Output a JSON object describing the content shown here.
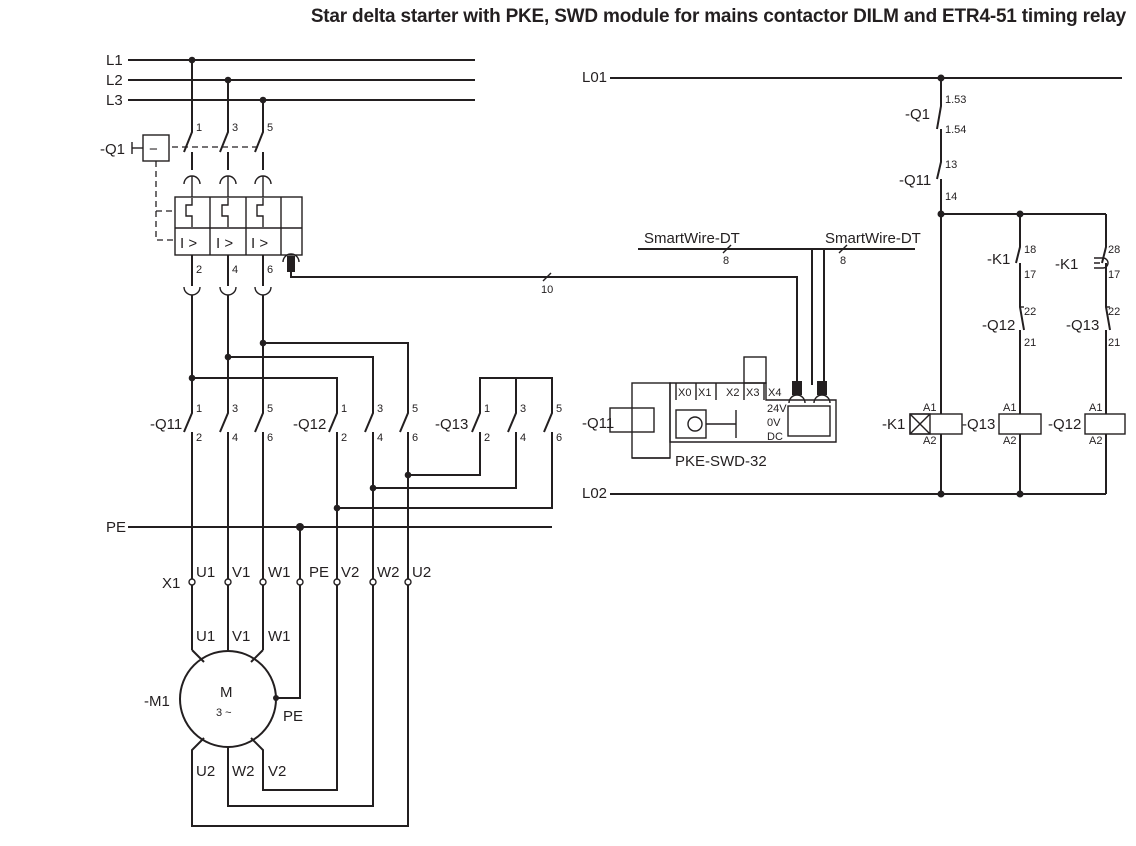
{
  "title": "Star delta starter with PKE, SWD module for mains contactor DILM and ETR4-51 timing relay",
  "mains": {
    "l1": "L1",
    "l2": "L2",
    "l3": "L3",
    "pe": "PE"
  },
  "control_rails": {
    "l01": "L01",
    "l02": "L02"
  },
  "breaker": {
    "designation": "-Q1",
    "terminals_in": [
      "1",
      "3",
      "5"
    ],
    "terminals_out": [
      "2",
      "4",
      "6"
    ],
    "trip_symbol": "I >",
    "bimetal_symbol": "−"
  },
  "contactors": [
    {
      "designation": "-Q11",
      "top": [
        "1",
        "3",
        "5"
      ],
      "bottom": [
        "2",
        "4",
        "6"
      ]
    },
    {
      "designation": "-Q12",
      "top": [
        "1",
        "3",
        "5"
      ],
      "bottom": [
        "2",
        "4",
        "6"
      ]
    },
    {
      "designation": "-Q13",
      "top": [
        "1",
        "3",
        "5"
      ],
      "bottom": [
        "2",
        "4",
        "6"
      ]
    }
  ],
  "terminal_strip": {
    "designation": "X1",
    "labels": [
      "U1",
      "V1",
      "W1",
      "PE",
      "V2",
      "W2",
      "U2"
    ]
  },
  "motor": {
    "designation": "-M1",
    "symbol": "M",
    "phases": "3 ~",
    "top_labels": [
      "U1",
      "V1",
      "W1"
    ],
    "bottom_labels": [
      "U2",
      "W2",
      "V2"
    ],
    "pe_label": "PE"
  },
  "smartwire": {
    "label_left": "SmartWire-DT",
    "label_right": "SmartWire-DT",
    "cores_left": "8",
    "cores_right": "8",
    "cable_cores": "10"
  },
  "swd_module": {
    "name": "PKE-SWD-32",
    "coil_designation": "-Q11",
    "inputs": [
      "X0",
      "X1",
      "X2",
      "X3",
      "X4"
    ],
    "supply": [
      "24V",
      "0V",
      "DC"
    ]
  },
  "control": {
    "q1_aux": {
      "designation": "-Q1",
      "terminals": [
        "1.53",
        "1.54"
      ]
    },
    "q11_aux": {
      "designation": "-Q11",
      "terminals": [
        "13",
        "14"
      ]
    },
    "k1_left": {
      "designation": "-K1",
      "terminals": [
        "18",
        "17"
      ]
    },
    "k1_right": {
      "designation": "-K1",
      "terminals": [
        "28",
        "17"
      ]
    },
    "q12_interlock": {
      "designation": "-Q12",
      "terminals": [
        "22",
        "21"
      ]
    },
    "q13_interlock": {
      "designation": "-Q13",
      "terminals": [
        "22",
        "21"
      ]
    },
    "coils": [
      {
        "designation": "-K1",
        "a1": "A1",
        "a2": "A2"
      },
      {
        "designation": "-Q13",
        "a1": "A1",
        "a2": "A2"
      },
      {
        "designation": "-Q12",
        "a1": "A1",
        "a2": "A2"
      }
    ]
  }
}
